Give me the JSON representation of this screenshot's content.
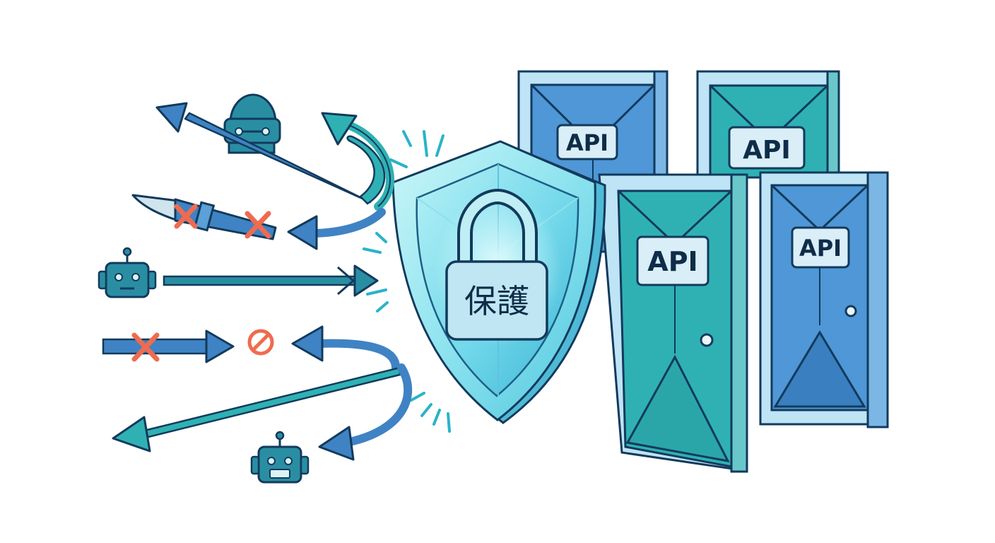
{
  "doors": [
    {
      "label": "API",
      "panel_color": "#4f97d6"
    },
    {
      "label": "API",
      "panel_color": "#2fb1b3"
    },
    {
      "label": "API",
      "panel_color": "#2fb1b3"
    },
    {
      "label": "API",
      "panel_color": "#4f97d6"
    }
  ],
  "lock": {
    "label": "保護"
  },
  "colors": {
    "outline": "#123a5c",
    "teal": "#2a8ea3",
    "blue": "#3f83c4",
    "shield_light": "#aeeef4",
    "block_mark": "#ef6b4f"
  },
  "icons": [
    "hooded-bot-icon",
    "knife-icon",
    "robot-icon",
    "block-icon",
    "x-mark-icon",
    "padlock-icon",
    "shield-icon",
    "door-icon",
    "arrow-icon"
  ]
}
